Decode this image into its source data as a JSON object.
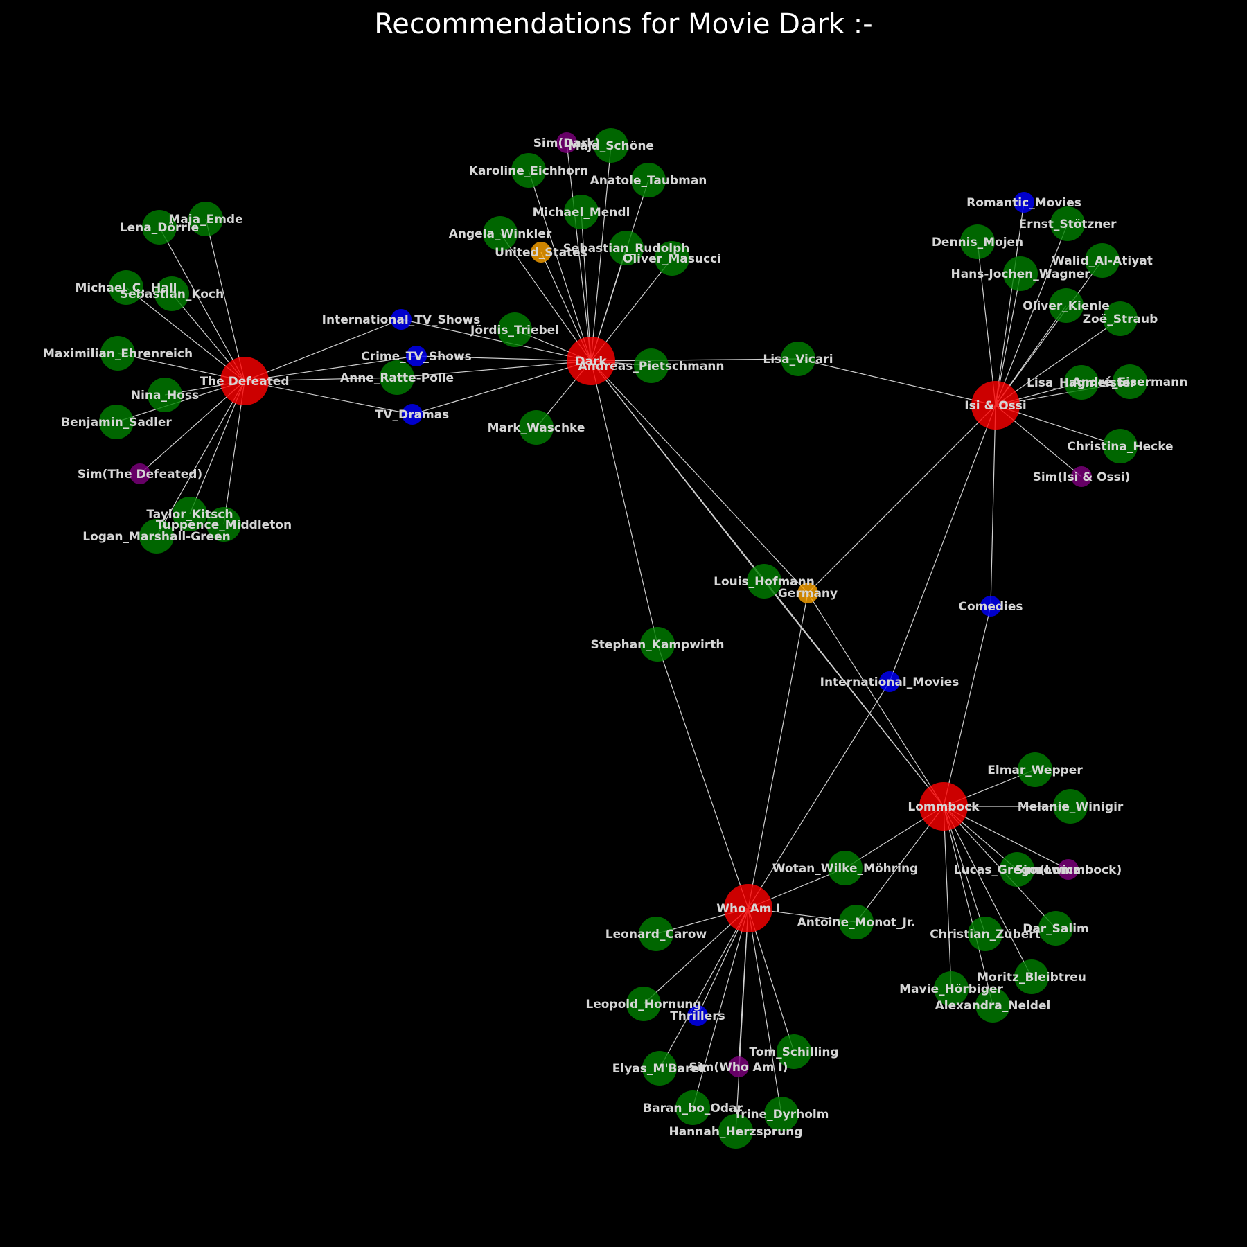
{
  "title": "Recommendations for Movie Dark :-",
  "colors": {
    "background": "#000000",
    "edge": "#cfcfcf",
    "label": "#d6d6d6",
    "title": "#ffffff",
    "movie": "#ff0000",
    "actor": "#008000",
    "genre": "#0000ff",
    "country": "#ffa500",
    "similar": "#800080"
  },
  "nodes": [
    {
      "id": "Dark",
      "type": "movie"
    },
    {
      "id": "The Defeated",
      "type": "movie"
    },
    {
      "id": "Isi & Ossi",
      "type": "movie"
    },
    {
      "id": "Lommbock",
      "type": "movie"
    },
    {
      "id": "Who Am I",
      "type": "movie"
    },
    {
      "id": "Sim(Dark)",
      "type": "similar"
    },
    {
      "id": "Sim(The Defeated)",
      "type": "similar"
    },
    {
      "id": "Sim(Isi & Ossi)",
      "type": "similar"
    },
    {
      "id": "Sim(Lommbock)",
      "type": "similar"
    },
    {
      "id": "Sim(Who Am I)",
      "type": "similar"
    },
    {
      "id": "International_TV_Shows",
      "type": "genre"
    },
    {
      "id": "Crime_TV_Shows",
      "type": "genre"
    },
    {
      "id": "TV_Dramas",
      "type": "genre"
    },
    {
      "id": "Romantic_Movies",
      "type": "genre"
    },
    {
      "id": "Comedies",
      "type": "genre"
    },
    {
      "id": "International_Movies",
      "type": "genre"
    },
    {
      "id": "Thrillers",
      "type": "genre"
    },
    {
      "id": "United_States",
      "type": "country"
    },
    {
      "id": "Germany",
      "type": "country"
    },
    {
      "id": "Maja_Schöne",
      "type": "actor"
    },
    {
      "id": "Karoline_Eichhorn",
      "type": "actor"
    },
    {
      "id": "Anatole_Taubman",
      "type": "actor"
    },
    {
      "id": "Michael_Mendl",
      "type": "actor"
    },
    {
      "id": "Angela_Winkler",
      "type": "actor"
    },
    {
      "id": "Sebastian_Rudolph",
      "type": "actor"
    },
    {
      "id": "Oliver_Masucci",
      "type": "actor"
    },
    {
      "id": "Jördis_Triebel",
      "type": "actor"
    },
    {
      "id": "Andreas_Pietschmann",
      "type": "actor"
    },
    {
      "id": "Mark_Waschke",
      "type": "actor"
    },
    {
      "id": "Lisa_Vicari",
      "type": "actor"
    },
    {
      "id": "Louis_Hofmann",
      "type": "actor"
    },
    {
      "id": "Stephan_Kampwirth",
      "type": "actor"
    },
    {
      "id": "Maja_Emde",
      "type": "actor"
    },
    {
      "id": "Lena_Dörrie",
      "type": "actor"
    },
    {
      "id": "Michael_C._Hall",
      "type": "actor"
    },
    {
      "id": "Sebastian_Koch",
      "type": "actor"
    },
    {
      "id": "Maximilian_Ehrenreich",
      "type": "actor"
    },
    {
      "id": "Nina_Hoss",
      "type": "actor"
    },
    {
      "id": "Benjamin_Sadler",
      "type": "actor"
    },
    {
      "id": "Taylor_Kitsch",
      "type": "actor"
    },
    {
      "id": "Tuppence_Middleton",
      "type": "actor"
    },
    {
      "id": "Logan_Marshall-Green",
      "type": "actor"
    },
    {
      "id": "Anne_Ratte-Polle",
      "type": "actor"
    },
    {
      "id": "Ernst_Stötzner",
      "type": "actor"
    },
    {
      "id": "Dennis_Mojen",
      "type": "actor"
    },
    {
      "id": "Walid_Al-Atiyat",
      "type": "actor"
    },
    {
      "id": "Hans-Jochen_Wagner",
      "type": "actor"
    },
    {
      "id": "Oliver_Kienle",
      "type": "actor"
    },
    {
      "id": "Zoë_Straub",
      "type": "actor"
    },
    {
      "id": "Lisa_Hagmeister",
      "type": "actor"
    },
    {
      "id": "André_Eisermann",
      "type": "actor"
    },
    {
      "id": "Christina_Hecke",
      "type": "actor"
    },
    {
      "id": "Elmar_Wepper",
      "type": "actor"
    },
    {
      "id": "Melanie_Winigir",
      "type": "actor"
    },
    {
      "id": "Lucas_Gregorowicz",
      "type": "actor"
    },
    {
      "id": "Dar_Salim",
      "type": "actor"
    },
    {
      "id": "Christian_Zübert",
      "type": "actor"
    },
    {
      "id": "Moritz_Bleibtreu",
      "type": "actor"
    },
    {
      "id": "Mavie_Hörbiger",
      "type": "actor"
    },
    {
      "id": "Alexandra_Neldel",
      "type": "actor"
    },
    {
      "id": "Wotan_Wilke_Möhring",
      "type": "actor"
    },
    {
      "id": "Antoine_Monot_Jr.",
      "type": "actor"
    },
    {
      "id": "Leonard_Carow",
      "type": "actor"
    },
    {
      "id": "Leopold_Hornung",
      "type": "actor"
    },
    {
      "id": "Elyas_M'Barek",
      "type": "actor"
    },
    {
      "id": "Tom_Schilling",
      "type": "actor"
    },
    {
      "id": "Baran_bo_Odar",
      "type": "actor"
    },
    {
      "id": "Trine_Dyrholm",
      "type": "actor"
    },
    {
      "id": "Hannah_Herzsprung",
      "type": "actor"
    }
  ],
  "edges": [
    [
      "Dark",
      "Sim(Dark)"
    ],
    [
      "Dark",
      "Maja_Schöne"
    ],
    [
      "Dark",
      "Karoline_Eichhorn"
    ],
    [
      "Dark",
      "Anatole_Taubman"
    ],
    [
      "Dark",
      "Michael_Mendl"
    ],
    [
      "Dark",
      "Angela_Winkler"
    ],
    [
      "Dark",
      "United_States"
    ],
    [
      "Dark",
      "Sebastian_Rudolph"
    ],
    [
      "Dark",
      "Oliver_Masucci"
    ],
    [
      "Dark",
      "Jördis_Triebel"
    ],
    [
      "Dark",
      "Andreas_Pietschmann"
    ],
    [
      "Dark",
      "Mark_Waschke"
    ],
    [
      "Dark",
      "Lisa_Vicari"
    ],
    [
      "Dark",
      "Stephan_Kampwirth"
    ],
    [
      "Dark",
      "Louis_Hofmann"
    ],
    [
      "Dark",
      "Germany"
    ],
    [
      "Dark",
      "International_TV_Shows"
    ],
    [
      "Dark",
      "Crime_TV_Shows"
    ],
    [
      "Dark",
      "TV_Dramas"
    ],
    [
      "Dark",
      "Anne_Ratte-Polle"
    ],
    [
      "Dark",
      "Lommbock"
    ],
    [
      "The Defeated",
      "Maja_Emde"
    ],
    [
      "The Defeated",
      "Lena_Dörrie"
    ],
    [
      "The Defeated",
      "Michael_C._Hall"
    ],
    [
      "The Defeated",
      "Sebastian_Koch"
    ],
    [
      "The Defeated",
      "Maximilian_Ehrenreich"
    ],
    [
      "The Defeated",
      "Nina_Hoss"
    ],
    [
      "The Defeated",
      "Benjamin_Sadler"
    ],
    [
      "The Defeated",
      "Sim(The Defeated)"
    ],
    [
      "The Defeated",
      "Taylor_Kitsch"
    ],
    [
      "The Defeated",
      "Tuppence_Middleton"
    ],
    [
      "The Defeated",
      "Logan_Marshall-Green"
    ],
    [
      "The Defeated",
      "International_TV_Shows"
    ],
    [
      "The Defeated",
      "Crime_TV_Shows"
    ],
    [
      "The Defeated",
      "TV_Dramas"
    ],
    [
      "The Defeated",
      "Anne_Ratte-Polle"
    ],
    [
      "Isi & Ossi",
      "Romantic_Movies"
    ],
    [
      "Isi & Ossi",
      "Ernst_Stötzner"
    ],
    [
      "Isi & Ossi",
      "Dennis_Mojen"
    ],
    [
      "Isi & Ossi",
      "Walid_Al-Atiyat"
    ],
    [
      "Isi & Ossi",
      "Hans-Jochen_Wagner"
    ],
    [
      "Isi & Ossi",
      "Oliver_Kienle"
    ],
    [
      "Isi & Ossi",
      "Zoë_Straub"
    ],
    [
      "Isi & Ossi",
      "Lisa_Hagmeister"
    ],
    [
      "Isi & Ossi",
      "André_Eisermann"
    ],
    [
      "Isi & Ossi",
      "Christina_Hecke"
    ],
    [
      "Isi & Ossi",
      "Sim(Isi & Ossi)"
    ],
    [
      "Isi & Ossi",
      "Lisa_Vicari"
    ],
    [
      "Isi & Ossi",
      "Germany"
    ],
    [
      "Isi & Ossi",
      "Comedies"
    ],
    [
      "Isi & Ossi",
      "International_Movies"
    ],
    [
      "Lommbock",
      "Elmar_Wepper"
    ],
    [
      "Lommbock",
      "Melanie_Winigir"
    ],
    [
      "Lommbock",
      "Lucas_Gregorowicz"
    ],
    [
      "Lommbock",
      "Sim(Lommbock)"
    ],
    [
      "Lommbock",
      "Dar_Salim"
    ],
    [
      "Lommbock",
      "Christian_Zübert"
    ],
    [
      "Lommbock",
      "Moritz_Bleibtreu"
    ],
    [
      "Lommbock",
      "Mavie_Hörbiger"
    ],
    [
      "Lommbock",
      "Alexandra_Neldel"
    ],
    [
      "Lommbock",
      "Wotan_Wilke_Möhring"
    ],
    [
      "Lommbock",
      "Antoine_Monot_Jr."
    ],
    [
      "Lommbock",
      "Germany"
    ],
    [
      "Lommbock",
      "Comedies"
    ],
    [
      "Lommbock",
      "Louis_Hofmann"
    ],
    [
      "Who Am I",
      "Leonard_Carow"
    ],
    [
      "Who Am I",
      "Leopold_Hornung"
    ],
    [
      "Who Am I",
      "Thrillers"
    ],
    [
      "Who Am I",
      "Elyas_M'Barek"
    ],
    [
      "Who Am I",
      "Sim(Who Am I)"
    ],
    [
      "Who Am I",
      "Tom_Schilling"
    ],
    [
      "Who Am I",
      "Baran_bo_Odar"
    ],
    [
      "Who Am I",
      "Trine_Dyrholm"
    ],
    [
      "Who Am I",
      "Hannah_Herzsprung"
    ],
    [
      "Who Am I",
      "Wotan_Wilke_Möhring"
    ],
    [
      "Who Am I",
      "Antoine_Monot_Jr."
    ],
    [
      "Who Am I",
      "Germany"
    ],
    [
      "Who Am I",
      "International_Movies"
    ],
    [
      "Who Am I",
      "Stephan_Kampwirth"
    ]
  ]
}
